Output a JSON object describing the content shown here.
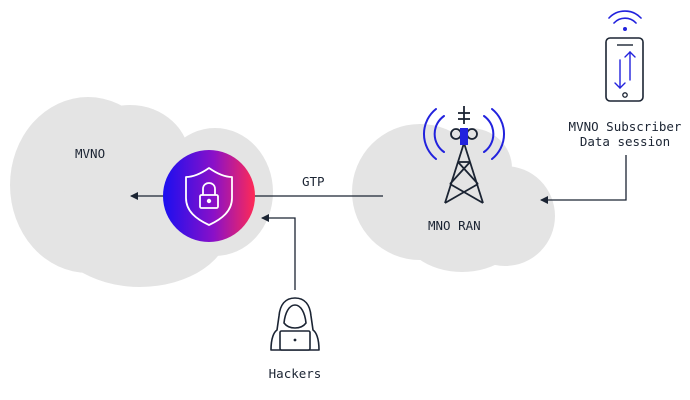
{
  "labels": {
    "mvno": "MVNO",
    "gtp": "GTP",
    "mno_ran": "MNO RAN",
    "subscriber_line1": "MVNO Subscriber",
    "subscriber_line2": "Data session",
    "hackers": "Hackers"
  },
  "icons": {
    "security": "shield-lock-icon",
    "tower": "cell-tower-icon",
    "phone": "smartphone-icon",
    "hacker": "hooded-hacker-icon"
  },
  "colors": {
    "cloud": "#e4e4e4",
    "line": "#1b2433",
    "gradient_start": "#1a0ff0",
    "gradient_end": "#ff2a55",
    "signal_blue": "#2222dd"
  }
}
